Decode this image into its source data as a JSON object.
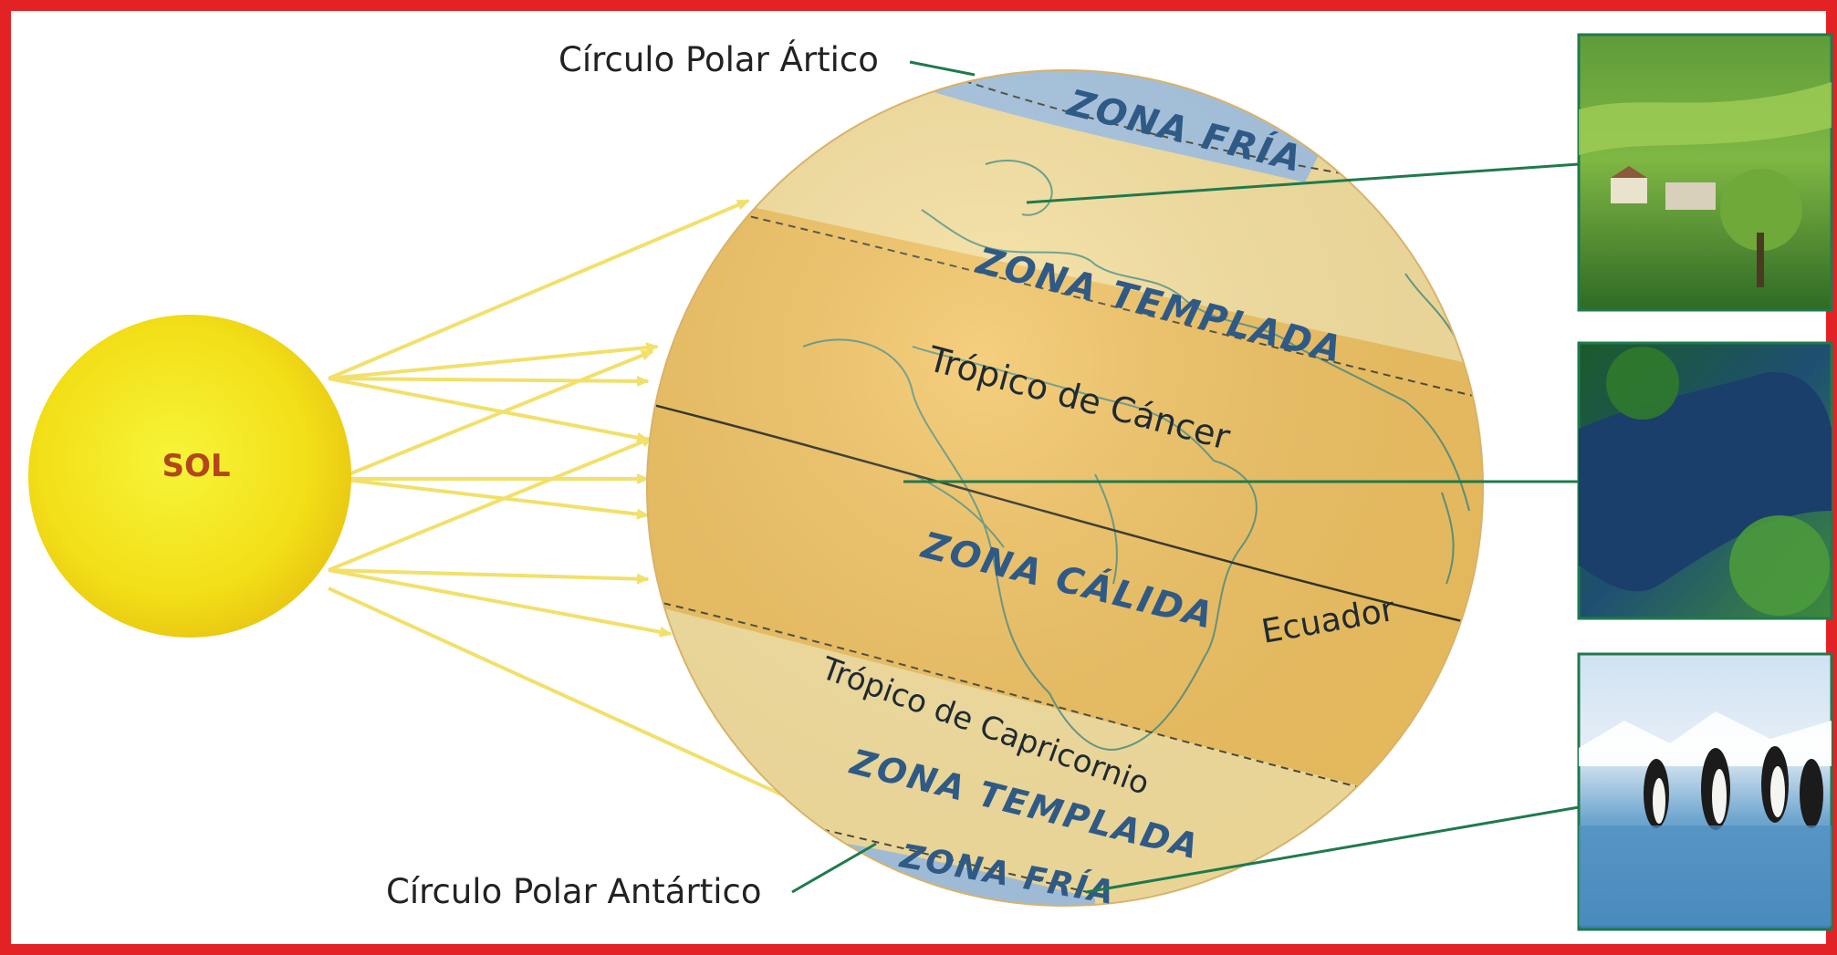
{
  "labels": {
    "sun": "SOL",
    "arctic_circle": "Círculo Polar Ártico",
    "antarctic_circle": "Círculo Polar Antártico",
    "cold_zone_north": "ZONA FRÍA",
    "temperate_zone_north": "ZONA TEMPLADA",
    "tropic_cancer": "Trópico de Cáncer",
    "warm_zone": "ZONA CÁLIDA",
    "equator": "Ecuador",
    "tropic_capricorn": "Trópico de Capricornio",
    "temperate_zone_south": "ZONA TEMPLADA",
    "cold_zone_south": "ZONA FRÍA"
  },
  "photos": [
    {
      "depicts": "temperate green countryside with houses and trees"
    },
    {
      "depicts": "tropical river through dense rainforest"
    },
    {
      "depicts": "penguins on ice with snowy mountains"
    }
  ],
  "colors": {
    "frame": "#e32226",
    "sun": "#f4e21a",
    "sun_label": "#b3461c",
    "rays": "#f2e06a",
    "cold_zone": "#a9c7e4",
    "temperate_zone": "#f9e3a0",
    "warm_zone": "#f3c462",
    "zone_text": "#2f5a86",
    "leader_line": "#1f7a4c"
  }
}
